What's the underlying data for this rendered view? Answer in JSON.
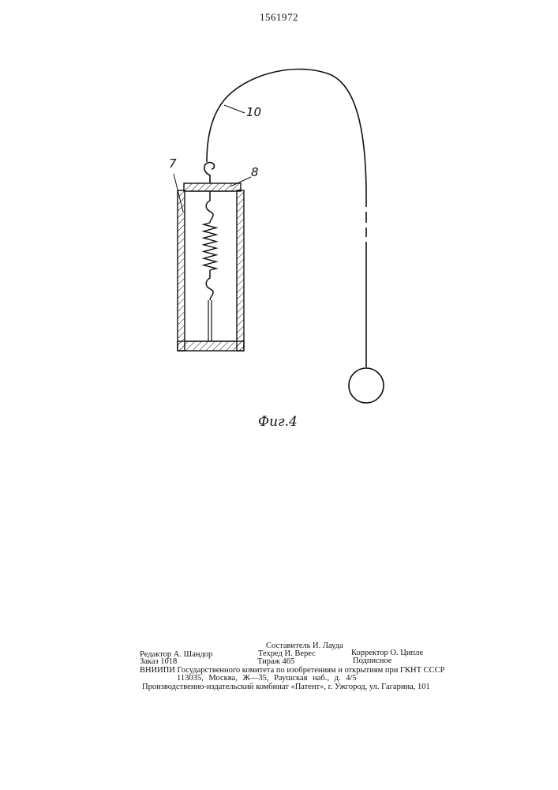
{
  "header": {
    "patent_number": "1561972"
  },
  "figure": {
    "caption": "Фиг.4",
    "labels": {
      "container": "7",
      "lid": "8",
      "cable": "10"
    }
  },
  "imprint": {
    "compiler": "Составитель И. Лауда",
    "editor": "Редактор А. Шандор",
    "techred": "Техред И. Верес",
    "corrector": "Корректор О. Ципле",
    "order": "Заказ 1018",
    "print_run": "Тираж 465",
    "subscription": "Подписное",
    "institution": "ВНИИПИ Государственного комитета по изобретениям и открытиям при ГКНТ СССР",
    "address": "113035, Москва, Ж—35, Раушская наб., д. 4/5",
    "plant": "Производственно-издательский комбинат «Патент», г. Ужгород, ул. Гагарина, 101"
  },
  "colors": {
    "ink": "#111111",
    "paper": "#ffffff"
  }
}
